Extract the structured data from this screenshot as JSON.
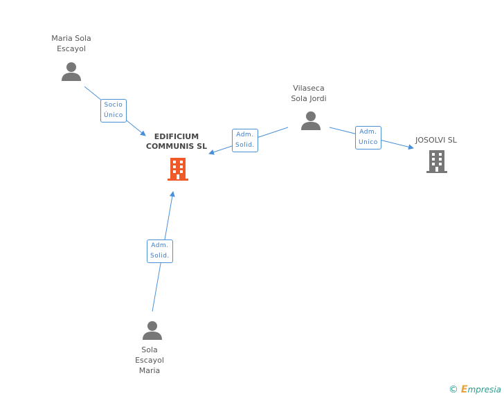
{
  "nodes": {
    "maria_sola": {
      "line1": "Maria Sola",
      "line2": "Escayol"
    },
    "vilaseca": {
      "line1": "Vilaseca",
      "line2": "Sola Jordi"
    },
    "edificium": {
      "line1": "EDIFICIUM",
      "line2": "COMMUNIS SL"
    },
    "josolvi": {
      "line1": "JOSOLVI SL"
    },
    "sola_escayol": {
      "line1": "Sola",
      "line2": "Escayol",
      "line3": "Maria"
    }
  },
  "edges": {
    "socio_unico": {
      "line1": "Socio",
      "line2": "Único"
    },
    "adm_solid_1": {
      "line1": "Adm.",
      "line2": "Solid."
    },
    "adm_unico": {
      "line1": "Adm.",
      "line2": "Unico"
    },
    "adm_solid_2": {
      "line1": "Adm.",
      "line2": "Solid."
    }
  },
  "colors": {
    "person": "#777777",
    "company_main": "#f05a28",
    "company": "#777777",
    "edge": "#4a90d9"
  },
  "footer": {
    "copyright": "©",
    "brand_initial": "E",
    "brand_rest": "mpresia"
  }
}
